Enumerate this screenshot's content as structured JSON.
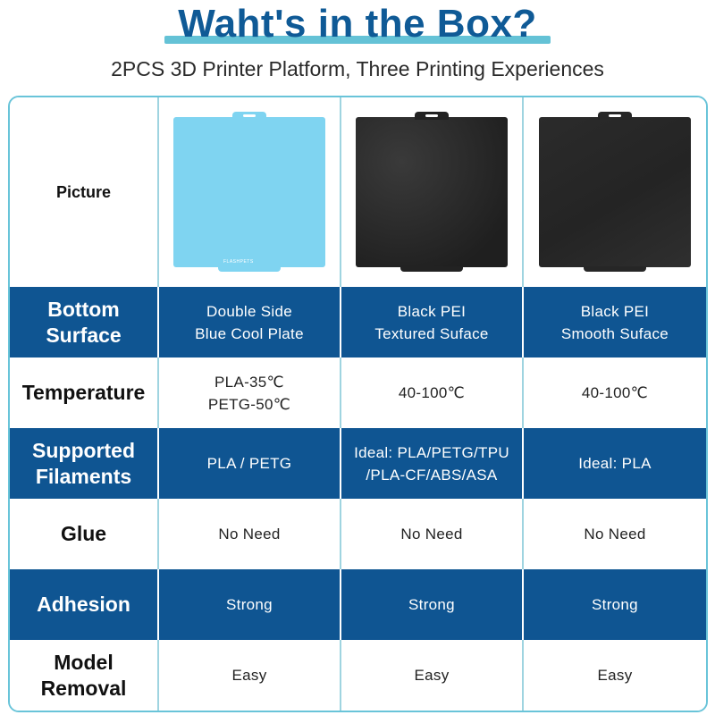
{
  "header": {
    "title": "Waht's in the Box?",
    "subtitle": "2PCS 3D Printer Platform, Three Printing Experiences"
  },
  "colors": {
    "accent_blue": "#0f5592",
    "underline": "#64c2d6",
    "plate_blue": "#7fd4f1"
  },
  "table": {
    "row_labels": {
      "picture": "Picture",
      "bottom_surface": "Bottom\nSurface",
      "temperature": "Temperature",
      "supported_filaments": "Supported\nFilaments",
      "glue": "Glue",
      "adhesion": "Adhesion",
      "model_removal": "Model\nRemoval"
    },
    "columns": [
      {
        "image": "blue-cool-plate",
        "brand_mark": "FLASHPETS",
        "bottom_surface": "Double Side\nBlue Cool Plate",
        "temperature": "PLA-35℃\nPETG-50℃",
        "supported_filaments": "PLA / PETG",
        "glue": "No Need",
        "adhesion": "Strong",
        "model_removal": "Easy"
      },
      {
        "image": "black-pei-textured-plate",
        "bottom_surface": "Black PEI\nTextured Suface",
        "temperature": "40-100℃",
        "supported_filaments": "Ideal: PLA/PETG/TPU\n/PLA-CF/ABS/ASA",
        "glue": "No Need",
        "adhesion": "Strong",
        "model_removal": "Easy"
      },
      {
        "image": "black-pei-smooth-plate",
        "bottom_surface": "Black PEI\nSmooth Suface",
        "temperature": "40-100℃",
        "supported_filaments": "Ideal: PLA",
        "glue": "No Need",
        "adhesion": "Strong",
        "model_removal": "Easy"
      }
    ]
  }
}
